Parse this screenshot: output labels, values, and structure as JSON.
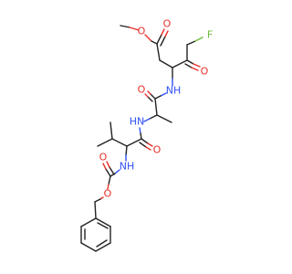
{
  "molecule": {
    "atoms": {
      "O_ester_single": "O",
      "O_ester_carbonyl": "O",
      "F": "F",
      "O_ketone": "O",
      "NH_upper": "NH",
      "O_amide_upper": "O",
      "HN_middle": "HN",
      "O_amide_lower": "O",
      "NH_carbamate": "NH",
      "O_carbamate_single": "O",
      "O_carbamate_carbonyl": "O"
    },
    "colors": {
      "carbon": "#222222",
      "oxygen": "#e8302a",
      "nitrogen": "#3050f8",
      "fluorine": "#6fba3e"
    }
  }
}
